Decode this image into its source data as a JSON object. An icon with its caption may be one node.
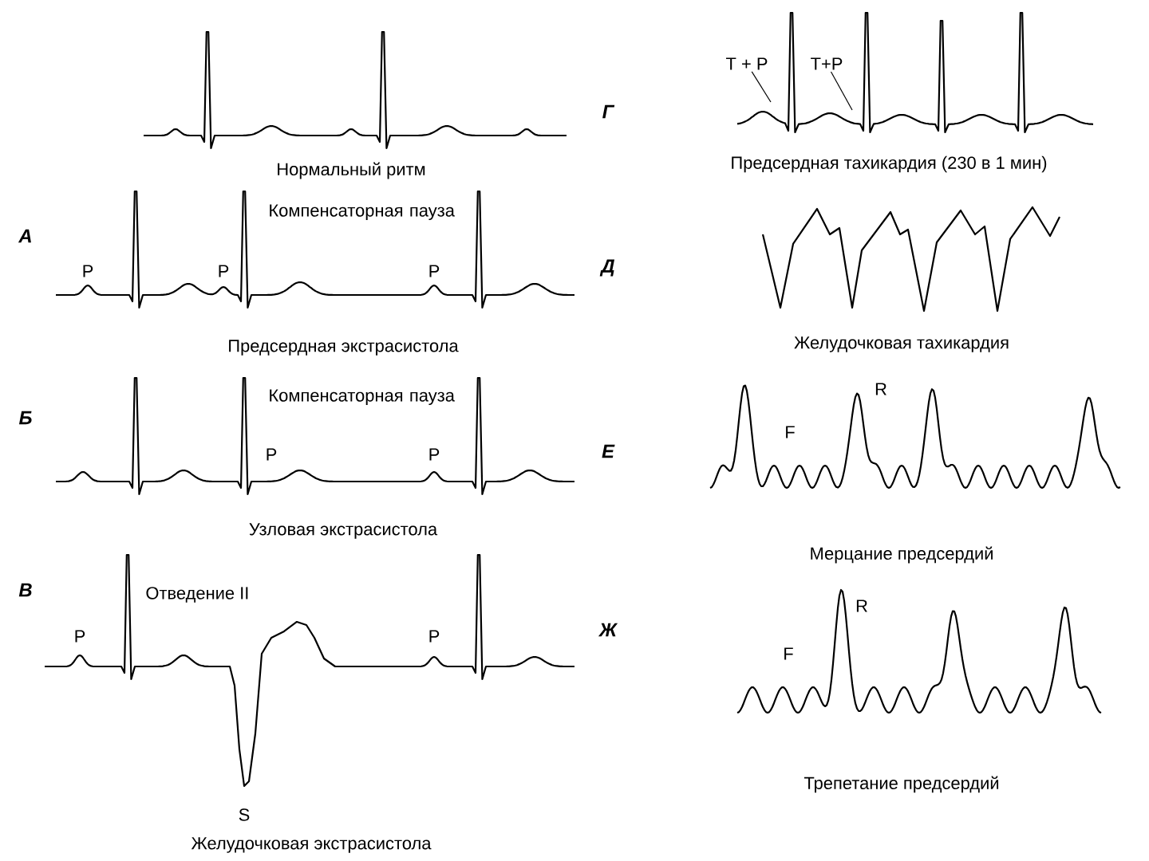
{
  "diagram": {
    "nodes": [
      {
        "text": [
          "T + P"
        ]
      },
      {
        "text": [
          "T+P"
        ]
      }
    ],
    "edges": [
      {
        "from": 0,
        "to": null,
        "arrow": "none"
      },
      {
        "from": 1,
        "to": null,
        "arrow": "none"
      }
    ],
    "labels": [
      "Нормальный ритм",
      "А",
      "Компенсаторная пауза",
      "P",
      "P",
      "P",
      "Предсердная экстрасистола",
      "Б",
      "Компенсаторная пауза",
      "P",
      "P",
      "Узловая экстрасистола",
      "В",
      "Отведение II",
      "P",
      "P",
      "S",
      "Желудочковая экстрасистола",
      "Г",
      "Предсердная тахикардия (230 в 1 мин)",
      "Д",
      "Желудочковая тахикардия",
      "Е",
      "F",
      "R",
      "Мерцание предсердий",
      "Ж",
      "F",
      "R",
      "Трепетание предсердий"
    ]
  }
}
